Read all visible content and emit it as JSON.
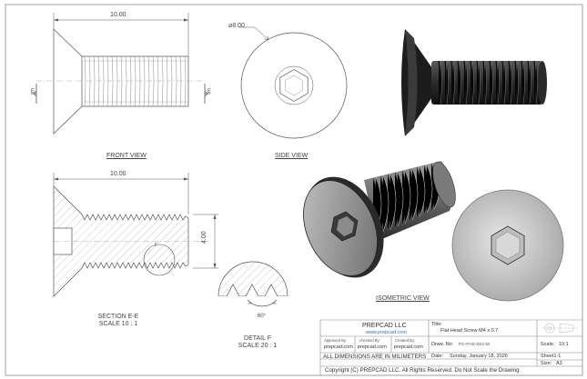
{
  "views": {
    "front": {
      "title": "FRONT VIEW",
      "dimension": "10.00",
      "section_marker": "E"
    },
    "side": {
      "title": "SIDE VIEW",
      "diameter": "⌀8.00"
    },
    "section": {
      "title_line1": "SECTION E-E",
      "title_line2": "SCALE 10 : 1",
      "dimension_length": "10.00",
      "dimension_height": "4.00",
      "detail_marker": "F"
    },
    "detail": {
      "title_line1": "DETAIL F",
      "title_line2": "SCALE 20 : 1",
      "angle": "60°"
    },
    "isometric": {
      "title": "ISOMETRIC VIEW"
    }
  },
  "title_block": {
    "company": "PREPCAD LLC",
    "website": "www.prepcad.com",
    "approved_by_label": "Approved By:",
    "approved_by_value": "prepcad.com",
    "checked_by_label": "checked By:",
    "checked_by_value": "prepcad.com",
    "created_by_label": "Created By:",
    "created_by_value": "prepcad.com",
    "title_label": "Title:",
    "title_value": "Flat Head Screw M4 x 0.7",
    "draw_no_label": "Draw. No:",
    "draw_no_value": "PC-FHS-D01-M",
    "date_label": "Date:",
    "date_value": "Sunday, January 18, 2026",
    "scale_label": "Scale:",
    "scale_value": "10:1",
    "sheet_value": "Sheet1-1",
    "size_label": "Size:",
    "size_value": "A3",
    "units_note": "ALL DIMENSIONS ARE IN MILIMETERS",
    "copyright": "Copyright (C)  PREPCAD LLC. All Rights Reserved. Do Not Scale the Drawing"
  },
  "colors": {
    "line": "#555555",
    "hatch": "#aaaaaa",
    "render_dark": "#1a1a1a",
    "render_mid": "#8a8a8a"
  }
}
